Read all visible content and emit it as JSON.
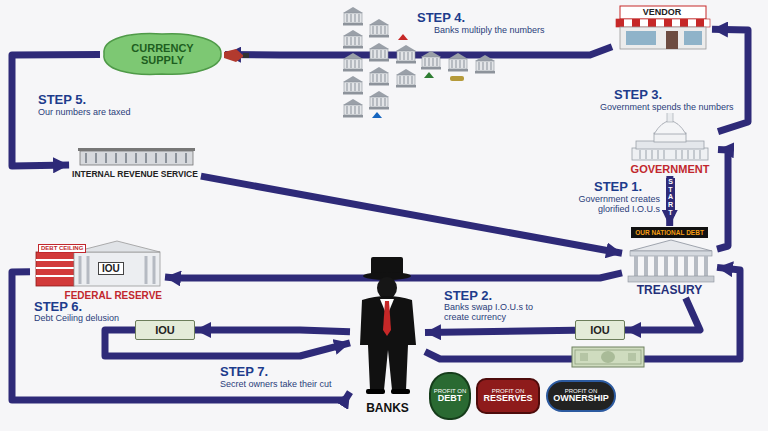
{
  "diagram": {
    "nodes": [
      {
        "text": [
          "CURRENCY SUPPLY"
        ]
      },
      {
        "text": [
          "VENDOR"
        ]
      },
      {
        "text": [
          "GOVERNMENT"
        ]
      },
      {
        "text": [
          "INTERNAL REVENUE SERVICE"
        ]
      },
      {
        "text": [
          "OUR NATIONAL DEBT",
          "TREASURY"
        ]
      },
      {
        "text": [
          "FEDERAL RESERVE"
        ]
      },
      {
        "text": [
          "IOU"
        ]
      },
      {
        "text": [
          "BANKS"
        ]
      },
      {
        "text": [
          "IOU"
        ]
      },
      {
        "text": [
          "PROFIT ON",
          "DEBT"
        ]
      },
      {
        "text": [
          "PROFIT ON",
          "RESERVES"
        ]
      },
      {
        "text": [
          "PROFIT ON",
          "OWNERSHIP"
        ]
      }
    ],
    "edges": [
      {
        "from": 2,
        "to": 4,
        "arrow": "to"
      },
      {
        "from": 4,
        "to": 8,
        "arrow": "to"
      },
      {
        "from": 8,
        "to": 7,
        "arrow": "to"
      },
      {
        "from": 7,
        "to": 6,
        "arrow": "to"
      },
      {
        "from": 6,
        "to": 7,
        "arrow": "to"
      },
      {
        "from": 7,
        "to": 4,
        "arrow": "to"
      },
      {
        "from": 4,
        "to": 2,
        "arrow": "to"
      },
      {
        "from": 2,
        "to": 1,
        "arrow": "to"
      },
      {
        "from": 1,
        "to": 0,
        "arrow": "to"
      },
      {
        "from": 0,
        "to": 3,
        "arrow": "to"
      },
      {
        "from": 3,
        "to": 4,
        "arrow": "to"
      },
      {
        "from": 4,
        "to": 5,
        "arrow": "to"
      },
      {
        "from": 5,
        "to": 7,
        "arrow": "to"
      }
    ],
    "labels": [
      "STEP 4.",
      "Banks multiply the numbers",
      "STEP 3.",
      "Government spends the numbers",
      "STEP 1.",
      "Government creates glorified I.O.U.s",
      "START",
      "STEP 5.",
      "Our numbers are taxed",
      "DEBT CEILING",
      "IOU",
      "STEP 6.",
      "Debt Ceiling delusion",
      "STEP 2.",
      "Banks swap I.O.U.s to create currency",
      "STEP 7.",
      "Secret owners take their cut"
    ]
  }
}
